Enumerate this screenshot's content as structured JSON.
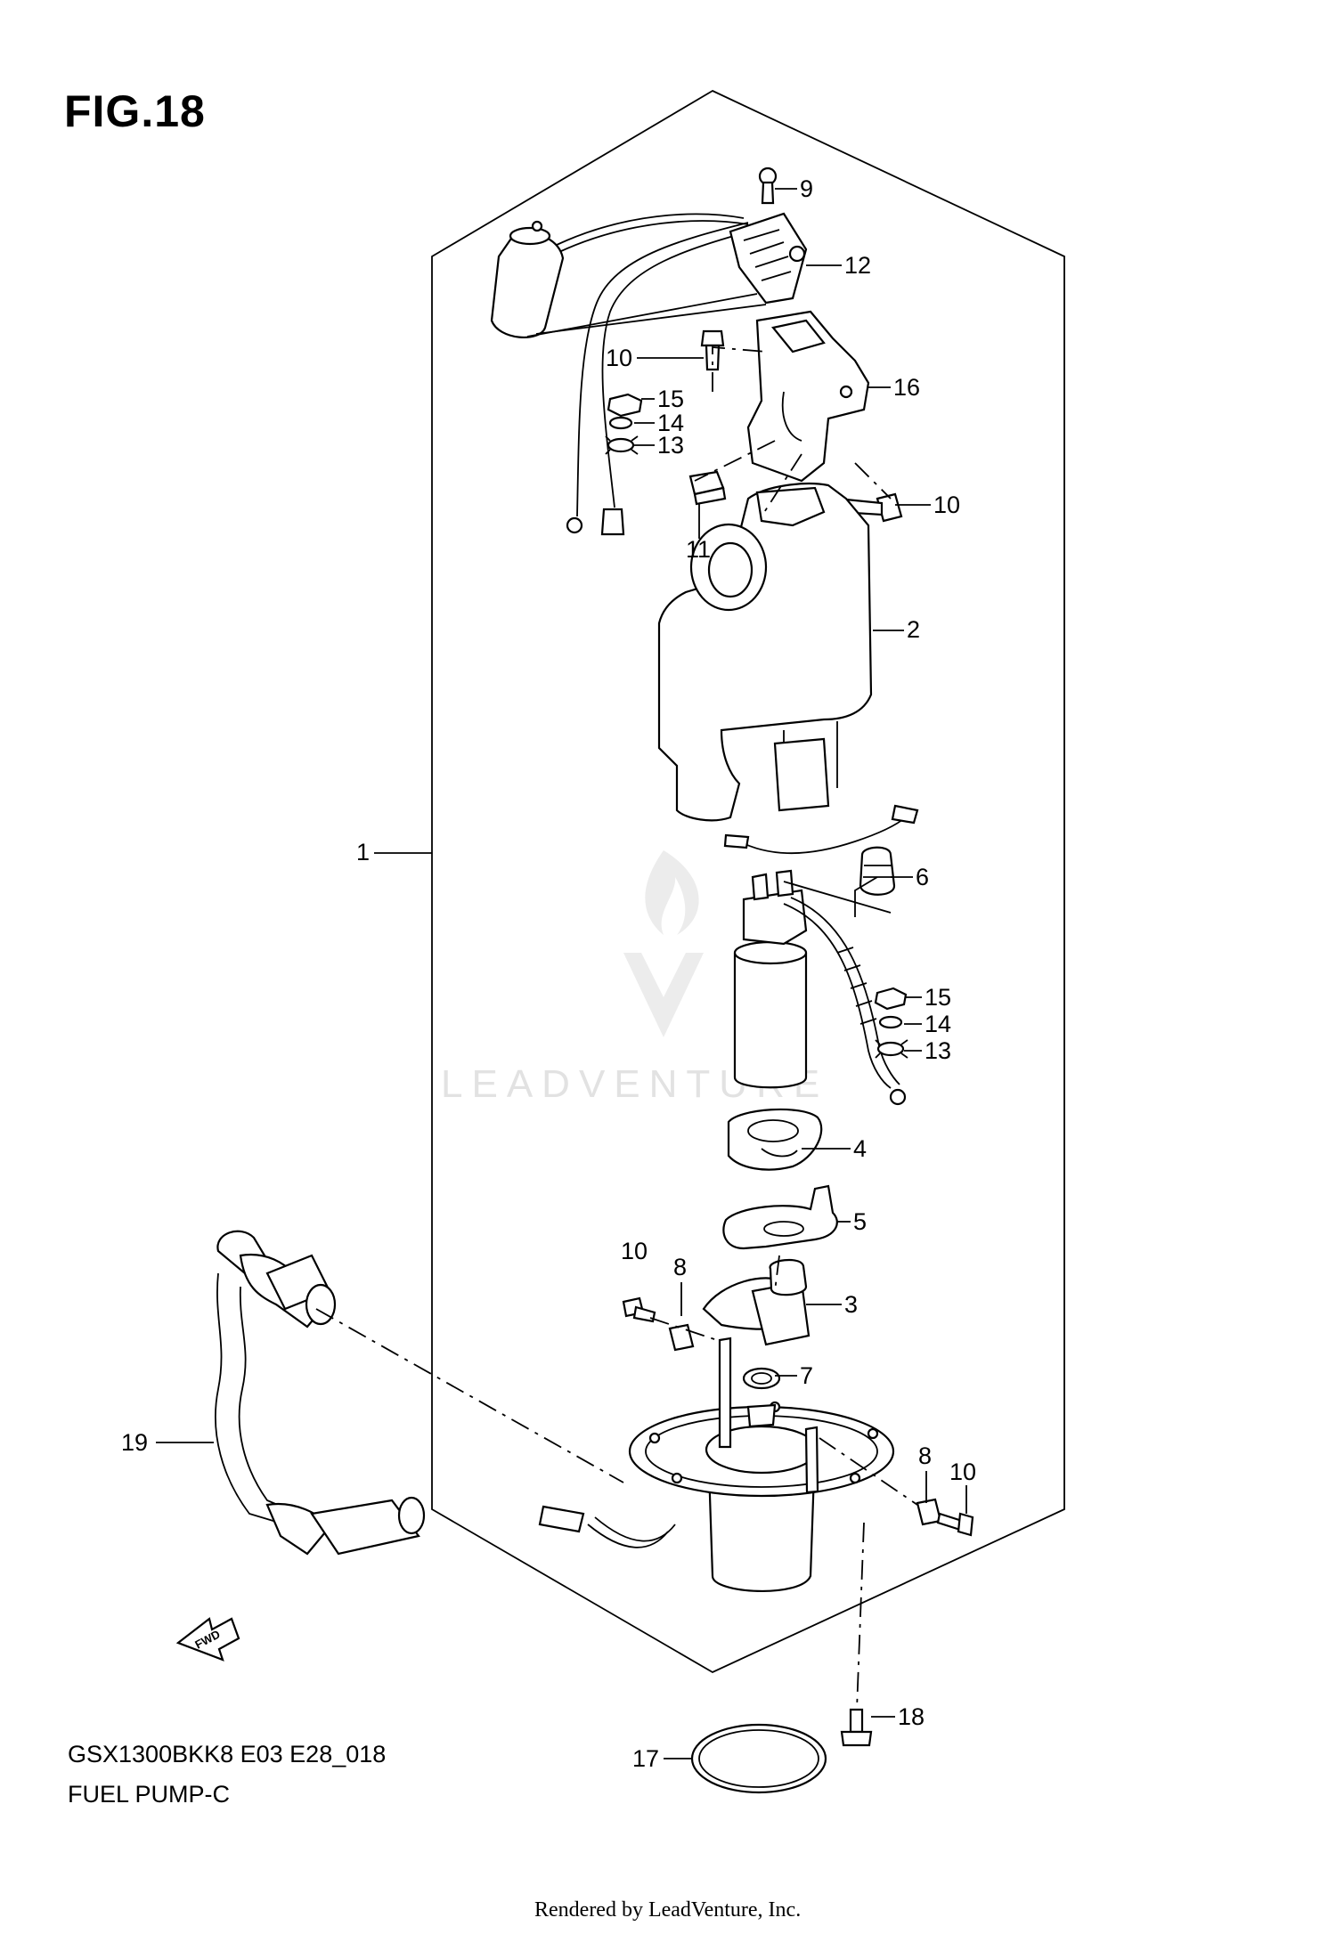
{
  "figure_title": "FIG.18",
  "model_code": "GSX1300BKK8 E03 E28_018",
  "diagram_name": "FUEL PUMP-C",
  "footer": "Rendered by LeadVenture, Inc.",
  "watermark": "LEADVENTURE",
  "fwd_arrow_label": "FWD",
  "part_labels": {
    "p1": "1",
    "p2": "2",
    "p3": "3",
    "p4": "4",
    "p5": "5",
    "p6": "6",
    "p7": "7",
    "p8a": "8",
    "p8b": "8",
    "p9": "9",
    "p10a": "10",
    "p10b": "10",
    "p10c": "10",
    "p10d": "10",
    "p11": "11",
    "p12": "12",
    "p13a": "13",
    "p13b": "13",
    "p14a": "14",
    "p14b": "14",
    "p15a": "15",
    "p15b": "15",
    "p16": "16",
    "p17": "17",
    "p18": "18",
    "p19": "19"
  },
  "colors": {
    "line": "#000000",
    "background": "#ffffff",
    "watermark": "#ececec"
  }
}
